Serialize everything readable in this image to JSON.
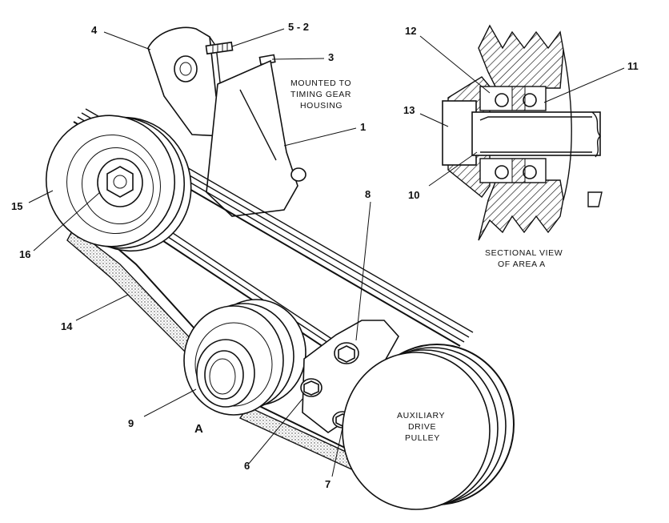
{
  "labels": {
    "c1": "1",
    "c3": "3",
    "c4": "4",
    "c5": "5 - 2",
    "c6": "6",
    "c7": "7",
    "c8": "8",
    "c9": "9",
    "c10": "10",
    "c11": "11",
    "c12": "12",
    "c13": "13",
    "c14": "14",
    "c15": "15",
    "c16": "16",
    "area_marker": "A"
  },
  "notes": {
    "mounted": [
      "MOUNTED TO",
      "TIMING GEAR",
      "HOUSING"
    ],
    "sectional": [
      "SECTIONAL VIEW",
      "OF AREA A"
    ],
    "aux_pulley": [
      "AUXILIARY",
      "DRIVE",
      "PULLEY"
    ]
  }
}
